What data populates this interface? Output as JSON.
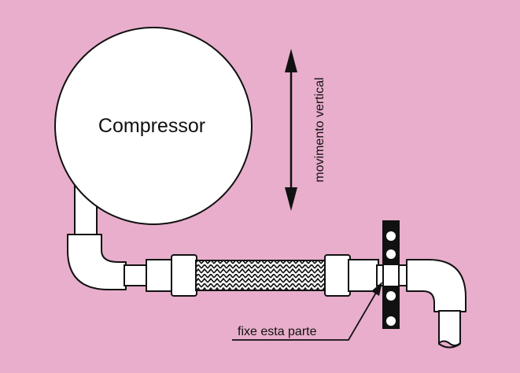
{
  "colors": {
    "background": "#e8aecb",
    "part_fill": "#ffffff",
    "outline": "#111111"
  },
  "labels": {
    "compressor": "Compressor",
    "vertical_movement": "movimento vertical",
    "fix_this_part": "fixe esta parte"
  },
  "icons": {
    "arrow": "double-headed-vertical-arrow",
    "bracket": "clamp-bracket-with-bolt-holes",
    "hose": "braided-flexible-hose"
  }
}
